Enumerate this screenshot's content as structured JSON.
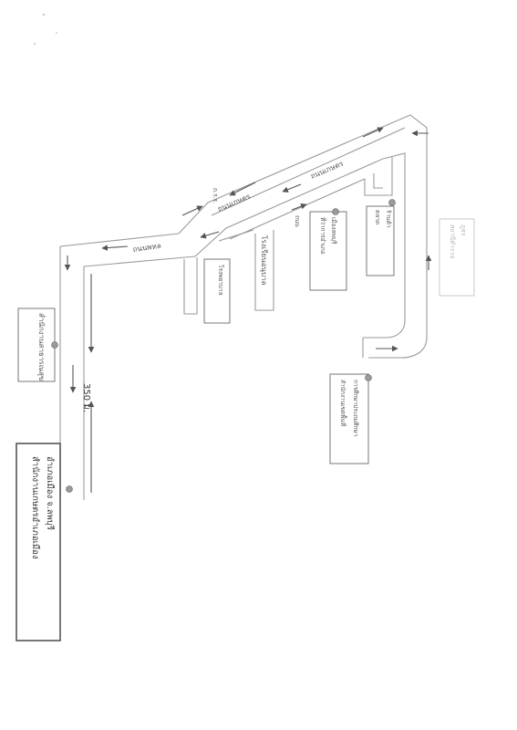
{
  "map": {
    "distance_label": "350 ม.",
    "roads": [
      {
        "id": "road-left-lower",
        "label": "ถนนพหล"
      },
      {
        "id": "road-diagonal-upper",
        "label": "ถนนเกษตร"
      },
      {
        "id": "road-diagonal-lower",
        "label": "ถนนเกษตร"
      },
      {
        "id": "road-top-small",
        "label": "ถ.ร.ร."
      },
      {
        "id": "road-small-right",
        "label": "ถนน"
      }
    ],
    "places": {
      "main_office": {
        "line1": "สำนักงานเกษตรอำเภอเมือง",
        "line2": "อำเภอเมือง จ.ลพบุรี"
      },
      "left_building": {
        "label": "สำนักงานสาธารณสุข"
      },
      "center_left": {
        "label": "โรงพยาบาล"
      },
      "center": {
        "label": "โรงเรียนอนุบาล"
      },
      "center_right": {
        "line1": "ที่ว่าการอำเภอ",
        "line2": "เมืองลพบุรี"
      },
      "right": {
        "line1": "ตลาด",
        "line2": "ร้านค้า"
      },
      "lower_right": {
        "line1": "สำนักงานเขตพื้นที่",
        "line2": "การศึกษาประถมศึกษา"
      },
      "far_right": {
        "line1": "สถานีตำรวจ",
        "line2": "ภูธร"
      }
    }
  }
}
